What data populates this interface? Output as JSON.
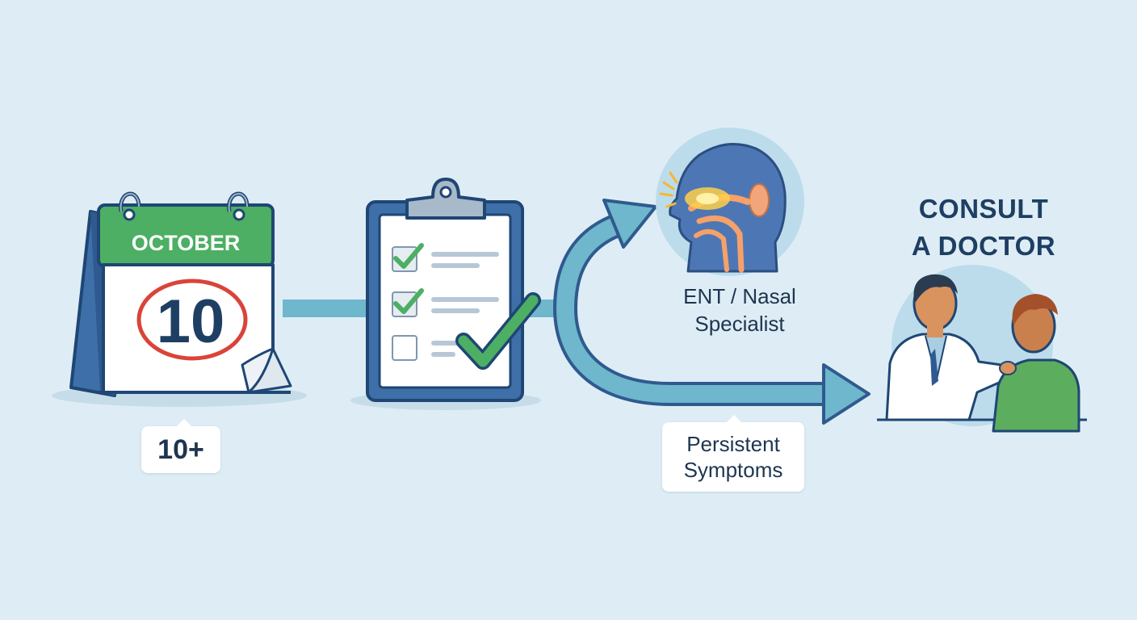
{
  "calendar": {
    "month": "OCTOBER",
    "day": "10",
    "count_label": "10+"
  },
  "specialist": {
    "label_line1": "ENT / Nasal",
    "label_line2": "Specialist"
  },
  "symptoms": {
    "label_line1": "Persistent",
    "label_line2": "Symptoms"
  },
  "consult": {
    "heading_line1": "CONSULT",
    "heading_line2": "A DOCTOR"
  },
  "checklist": {
    "items": [
      {
        "checked": true
      },
      {
        "checked": true
      },
      {
        "checked": false
      }
    ]
  },
  "colors": {
    "background": "#deedf5",
    "navy": "#2f5a8f",
    "green": "#4caf63",
    "teal": "#6fb7cc",
    "red": "#d9443a",
    "text": "#1e3550"
  },
  "icons": [
    "calendar-icon",
    "clipboard-icon",
    "check-icon",
    "head-profile-icon",
    "doctor-patient-icon",
    "arrow-icon"
  ]
}
